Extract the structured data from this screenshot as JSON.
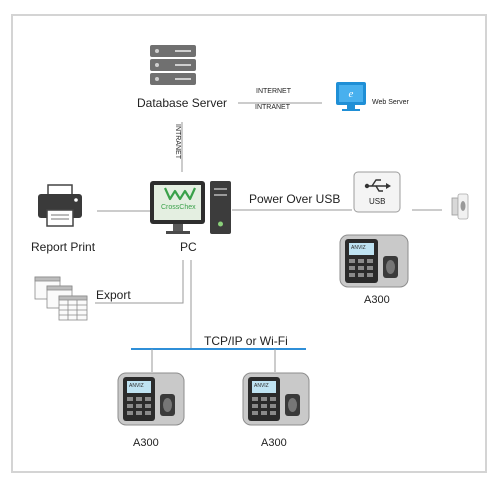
{
  "nodes": {
    "database_server": "Database Server",
    "web_server": "Web Server",
    "pc": "PC",
    "report_print": "Report Print",
    "export": "Export",
    "usb": "USB",
    "a300_usb": "A300",
    "a300_left": "A300",
    "a300_right": "A300",
    "crosschex": "CrossChex",
    "device_brand": "ANVIZ"
  },
  "links": {
    "internet": "INTERNET",
    "intranet_horizontal": "INTRANET",
    "intranet_vertical": "INTRANET",
    "power_over_usb": "Power Over USB",
    "tcp_wifi": "TCP/IP or Wi-Fi"
  },
  "colors": {
    "network_bus": "#2f8fd8",
    "web_server_icon": "#1f8fd6",
    "crosschex_green": "#3aa14a",
    "device_body": "#c9c9c9"
  }
}
